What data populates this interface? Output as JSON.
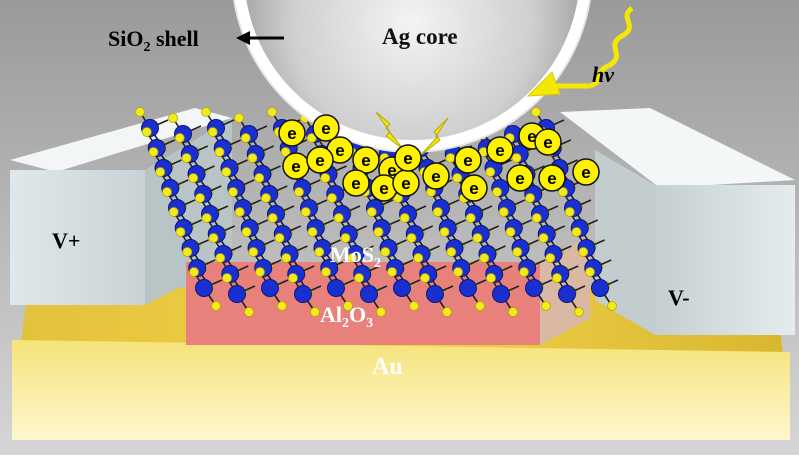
{
  "labels": {
    "shell_main": "SiO",
    "shell_sub": "2",
    "shell_tail": " shell",
    "core": "Ag core",
    "photon": "hv",
    "left_electrode": "V+",
    "right_electrode": "V-",
    "mos2_main": "MoS",
    "mos2_sub": "2",
    "al2o3_a": "Al",
    "al2o3_sub1": "2",
    "al2o3_b": "O",
    "al2o3_sub2": "3",
    "gold": "Au",
    "electron": "e"
  },
  "colors": {
    "background": "#ffffff",
    "gold_layer": "#e8c43c",
    "electrode": "#dde6e8",
    "oxide": "#e87a78",
    "mo_atom": "#1a2fd0",
    "s_atom": "#f2ea1a",
    "electron_fill": "#fff200",
    "photon": "#f5e800",
    "sphere": "#d9d9d9"
  },
  "electron_count": 21
}
